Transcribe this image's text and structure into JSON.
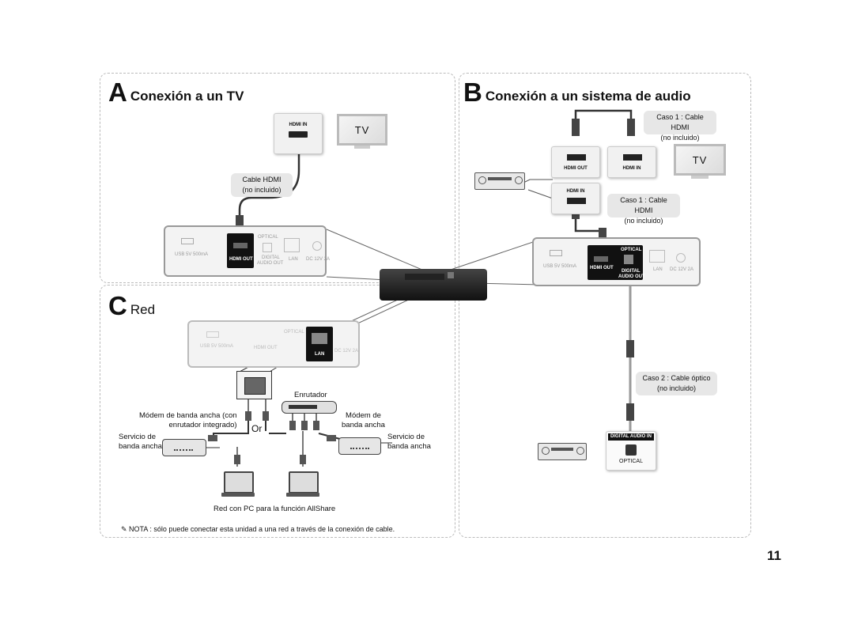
{
  "section_a": {
    "letter": "A",
    "title": "Conexión a un TV"
  },
  "section_b": {
    "letter": "B",
    "title": "Conexión a un sistema de audio"
  },
  "section_c": {
    "letter": "C",
    "title": "Red"
  },
  "ports": {
    "hdmi_in": "HDMI IN",
    "hdmi_out": "HDMI OUT",
    "optical": "OPTICAL",
    "digital": "DIGITAL",
    "audio_out": "AUDIO OUT",
    "lan": "LAN",
    "usb_a": "USB 5V 500mA",
    "usb_b": "USB 5V 500mA",
    "dc_a": "DC 12V 2A",
    "dc_b": "DC 12V 2A",
    "digital_audio_in": "DIGITAL AUDIO IN"
  },
  "tv_label": "TV",
  "labels": {
    "cable_hdmi_a": {
      "line1": "Cable HDMI",
      "line2": "(no incluido)"
    },
    "caso1_top": {
      "line1": "Caso 1 : Cable HDMI",
      "line2": "(no incluido)"
    },
    "caso1_mid": {
      "line1": "Caso 1 : Cable HDMI",
      "line2": "(no incluido)"
    },
    "caso2": {
      "line1": "Caso 2 : Cable óptico",
      "line2": "(no incluido)"
    },
    "router": "Enrutador",
    "modem_integrated": {
      "line1": "Módem de banda ancha (con",
      "line2": "enrutador integrado)"
    },
    "or": "Or",
    "modem": {
      "line1": "Módem de",
      "line2": "banda ancha"
    },
    "service_left": {
      "line1": "Servicio de",
      "line2": "banda ancha"
    },
    "service_right": {
      "line1": "Servicio de",
      "line2": "banda ancha"
    },
    "pc_network": "Red con PC para la función AllShare"
  },
  "note": {
    "prefix": "NOTA",
    "text": " : sólo puede conectar esta unidad a una red a través de la conexión de cable."
  },
  "page_number": "11"
}
